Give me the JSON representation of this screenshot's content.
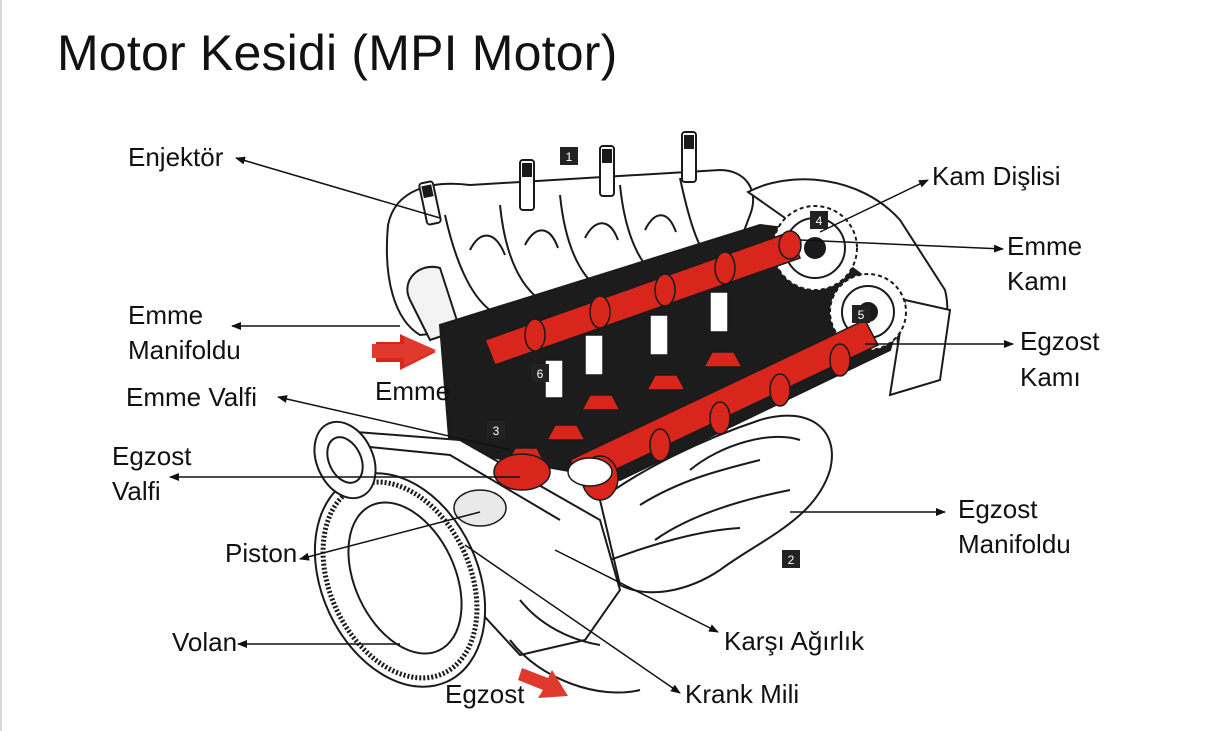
{
  "title": "Motor Kesidi (MPI Motor)",
  "labels": {
    "enjektor": "Enjektör",
    "kam_dislisi": "Kam Dişlisi",
    "emme_kami_1": "Emme",
    "emme_kami_2": "Kamı",
    "emme_manifoldu_1": "Emme",
    "emme_manifoldu_2": "Manifoldu",
    "egzost_kami_1": "Egzost",
    "egzost_kami_2": "Kamı",
    "emme": "Emme",
    "emme_valfi": "Emme Valfi",
    "egzost_valfi_1": "Egzost",
    "egzost_valfi_2": "Valfi",
    "egzost_manifoldu_1": "Egzost",
    "egzost_manifoldu_2": "Manifoldu",
    "piston": "Piston",
    "volan": "Volan",
    "karsi_agirlik": "Karşı Ağırlık",
    "krank_mili": "Krank Mili",
    "egzost": "Egzost"
  },
  "callout_numbers": [
    "1",
    "2",
    "3",
    "4",
    "5",
    "6"
  ],
  "colors": {
    "highlight_red": "#d8261c",
    "ink": "#111111",
    "outline": "#1a1a1a",
    "badge_fill": "#222222"
  }
}
